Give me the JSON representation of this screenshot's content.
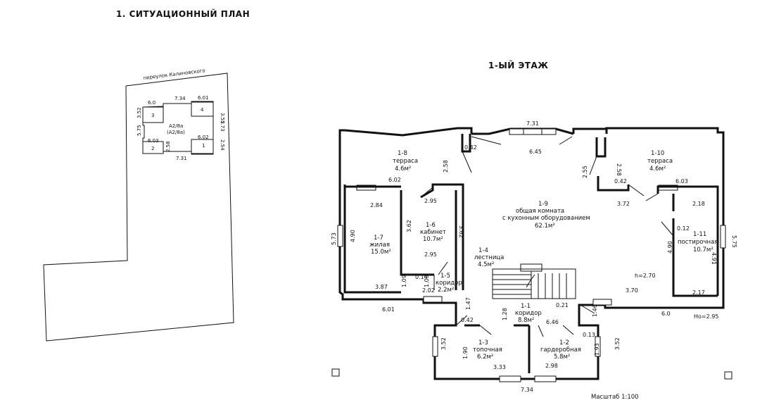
{
  "situation_plan": {
    "title": "1. СИТУАЦИОННЫЙ ПЛАН",
    "street": "переулок Калиновского",
    "building_label": "А2/8а",
    "building_label_sub": "(А2/8а)",
    "dims": {
      "top_734": "7.34",
      "left_60": "6.0",
      "right_601": "6.01",
      "left_352": "3.52",
      "right_352": "3.52",
      "left_575": "5.75",
      "right_573": "5.73",
      "left_603": "6.03",
      "right_602": "6.02",
      "left_258": "2.58",
      "right_254": "2.54",
      "bottom_731": "7.31"
    },
    "cells": {
      "c3": "3",
      "c4": "4",
      "c2": "2",
      "c1": "1"
    }
  },
  "floor_plan": {
    "title": "1-ЫЙ ЭТАЖ",
    "scale": "Масштаб  1:100",
    "height": "h=2.70",
    "ho": "Ho=2.95",
    "rooms": {
      "r18": {
        "id": "1-8",
        "name": "терраса",
        "area": "4.6м²"
      },
      "r110": {
        "id": "1-10",
        "name": "терраса",
        "area": "4.6м²"
      },
      "r19": {
        "id": "1-9",
        "name": "общая комната",
        "name2": "с кухонным оборудованием",
        "area": "62.1м²"
      },
      "r16": {
        "id": "1-6",
        "name": "кабинет",
        "area": "10.7м²"
      },
      "r17": {
        "id": "1-7",
        "name": "жилая",
        "area": "15.0м²"
      },
      "r111": {
        "id": "1-11",
        "name": "постирочная",
        "area": "10.7м²"
      },
      "r14": {
        "id": "1-4",
        "name": "лестница",
        "area": "4.5м²"
      },
      "r15": {
        "id": "1-5",
        "name": "коридор",
        "area": "2.2м²"
      },
      "r11": {
        "id": "1-1",
        "name": "коридор",
        "area": "8.8м²"
      },
      "r13": {
        "id": "1-3",
        "name": "топочная",
        "area": "6.2м²"
      },
      "r12": {
        "id": "1-2",
        "name": "гардеробная",
        "area": "5.8м²"
      }
    },
    "dims": {
      "d731": "7.31",
      "d645": "6.45",
      "d042a": "0.42",
      "d042b": "0.42",
      "d042c": "0.42",
      "d258a": "2.58",
      "d258b": "2.58",
      "d255": "2.55",
      "d602": "6.02",
      "d603": "6.03",
      "d295a": "2.95",
      "d295b": "2.95",
      "d284": "2.84",
      "d372": "3.72",
      "d218": "2.18",
      "d573": "5.73",
      "d575": "5.75",
      "d490a": "4.90",
      "d490b": "4.90",
      "d491": "4.91",
      "d362a": "3.62",
      "d362b": "3.62",
      "d012": "0.12",
      "d109a": "1.09",
      "d109b": "1.09",
      "d014": "0.14",
      "d202": "2.02",
      "d387": "3.87",
      "d370": "3.70",
      "d217": "2.17",
      "d601": "6.01",
      "d60": "6.0",
      "d021": "0.21",
      "d147": "1.47",
      "d146": "1.46",
      "d128": "1.28",
      "d646": "6.46",
      "d013": "0.13",
      "d352a": "3.52",
      "d352b": "3.52",
      "d190": "1.90",
      "d193": "1.93",
      "d333": "3.33",
      "d298": "2.98",
      "d734": "7.34"
    }
  }
}
